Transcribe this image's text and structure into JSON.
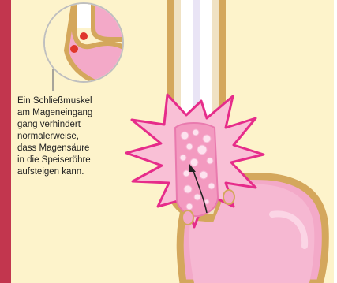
{
  "caption": {
    "lines": [
      "Ein Schließmuskel",
      "am Mageneingang",
      "gang verhindert",
      "normalerweise,",
      "dass Magensäure",
      "in die Speiseröhre",
      "aufsteigen kann."
    ]
  },
  "colors": {
    "background": "#fdf3cb",
    "left_strip": "#c2364e",
    "tissue_outline": "#d4a75c",
    "esophagus_fill": "#ffffff",
    "stomach_fill": "#f3a9c8",
    "reflux_burst": "#e62c8a",
    "sphincter_ring": "#e0362c"
  },
  "icons": [
    "esophagus-diagram",
    "stomach-diagram",
    "reflux-burst-icon",
    "inset-magnifier"
  ]
}
